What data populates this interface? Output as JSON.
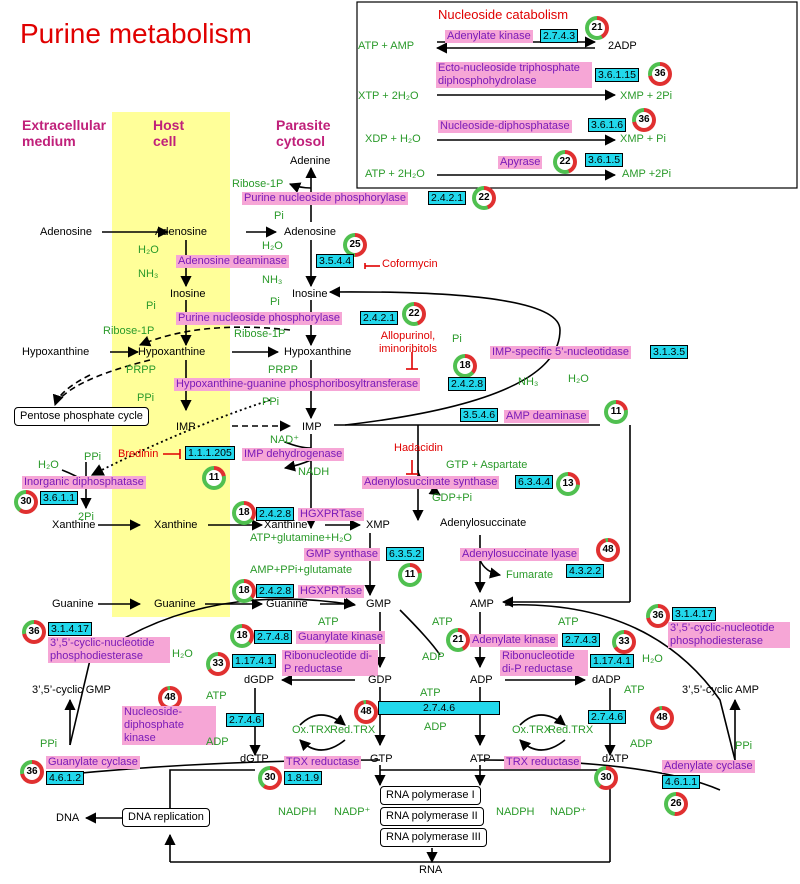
{
  "title": "Purine metabolism",
  "compartments": {
    "extracellular": "Extracellular medium",
    "host": "Host cell",
    "parasite": "Parasite cytosol"
  },
  "inset": {
    "title": "Nucleoside catabolism",
    "reactions": [
      {
        "left": "ATP +  AMP",
        "enzyme": "Adenylate kinase",
        "ec": "2.7.4.3",
        "score": "21",
        "right": "2ADP"
      },
      {
        "left": "XTP +  2H₂O",
        "enzyme": "Ecto-nucleoside triphosphate diphosphohydrolase",
        "ec": "3.6.1.15",
        "score": "36",
        "right": "XMP + 2Pi"
      },
      {
        "left": "XDP +  H₂O",
        "enzyme": "Nucleoside-diphosphatase",
        "ec": "3.6.1.6",
        "score": "36",
        "right": "XMP + Pi"
      },
      {
        "left": "ATP +  2H₂O",
        "enzyme": "Apyrase",
        "ec": "3.6.1.5",
        "score": "22",
        "right": "AMP +2Pi"
      }
    ]
  },
  "metabolites": {
    "adenine": "Adenine",
    "ribose1p": "Ribose-1P",
    "pi": "Pi",
    "adenosine": "Adenosine",
    "h2o": "H₂O",
    "nh3": "NH₃",
    "inosine": "Inosine",
    "hypoxanthine": "Hypoxanthine",
    "prpp": "PRPP",
    "ppi": "PPi",
    "imp": "IMP",
    "nadp": "NAD⁺",
    "nadh": "NADH",
    "xanthine": "Xanthine",
    "xmp": "XMP",
    "two_pi": "2Pi",
    "atp_gln": "ATP+glutamine+H₂O",
    "amp_ppi_glu": "AMP+PPi+glutamate",
    "guanine": "Guanine",
    "gmp": "GMP",
    "amp": "AMP",
    "gtp_asp": "GTP + Aspartate",
    "gdp_pi": "GDP+Pi",
    "adenylosuccinate": "Adenylosuccinate",
    "fumarate": "Fumarate",
    "atp": "ATP",
    "adp": "ADP",
    "gdp": "GDP",
    "gtp": "GTP",
    "dgdp": "dGDP",
    "dgtp": "dGTP",
    "dadp": "dADP",
    "datp": "dATP",
    "ox_trx": "Ox.TRX",
    "red_trx": "Red.TRX",
    "nadph": "NADPH",
    "nadp_plus": "NADP⁺",
    "cgmp": "3’,5’-cyclic GMP",
    "camp": "3’,5’-cyclic AMP",
    "dna": "DNA",
    "rna": "RNA"
  },
  "boxes": {
    "pentose": "Pentose phosphate cycle",
    "dna_rep": "DNA replication",
    "rnap1": "RNA polymerase I",
    "rnap2": "RNA polymerase II",
    "rnap3": "RNA polymerase III"
  },
  "inhibitors": {
    "coformycin": "Coformycin",
    "allopurinol": "Allopurinol, iminoribitols",
    "hadacidin": "Hadacidin",
    "bredinin": "Bredinin"
  },
  "enzymes": {
    "pnp1": {
      "name": "Purine nucleoside phosphorylase",
      "ec": "2.4.2.1",
      "score": "22"
    },
    "ada": {
      "name": "Adenosine deaminase",
      "ec": "3.5.4.4",
      "score": "25"
    },
    "pnp2": {
      "name": "Purine nucleoside phosphorylase",
      "ec": "2.4.2.1",
      "score": "22"
    },
    "hgprt": {
      "name": "Hypoxanthine-guanine phosphoribosyltransferase",
      "ec": "2.4.2.8",
      "score": "18"
    },
    "imp5nt": {
      "name": "IMP-specific 5’-nucleotidase",
      "ec": "3.1.3.5"
    },
    "ampdeam": {
      "name": "AMP deaminase",
      "ec": "3.5.4.6",
      "score": "11"
    },
    "impdh": {
      "name": "IMP dehydrogenase",
      "ec": "1.1.1.205",
      "score": "11"
    },
    "ppase": {
      "name": "Inorganic diphosphatase",
      "ec": "3.6.1.1",
      "score": "30"
    },
    "adss": {
      "name": "Adenylosuccinate synthase",
      "ec": "6.3.4.4",
      "score": "13"
    },
    "hgx1": {
      "name": "HGXPRTase",
      "ec": "2.4.2.8",
      "score": "18"
    },
    "gmps": {
      "name": "GMP synthase",
      "ec": "6.3.5.2",
      "score": "11"
    },
    "hgx2": {
      "name": "HGXPRTase",
      "ec": "2.4.2.8",
      "score": "18"
    },
    "adsl": {
      "name": "Adenylosuccinate lyase",
      "ec": "4.3.2.2",
      "score": "48"
    },
    "pde1": {
      "name": "3’,5’-cyclic-nucleotide phosphodiesterase",
      "ec": "3.1.4.17",
      "score": "36"
    },
    "guk": {
      "name": "Guanylate kinase",
      "ec": "2.7.4.8",
      "score": "18"
    },
    "adk": {
      "name": "Adenylate kinase",
      "ec": "2.7.4.3",
      "score": "21"
    },
    "pde2": {
      "name": "3’,5’-cyclic-nucleotide phosphodiesterase",
      "ec": "3.1.4.17",
      "score": "36"
    },
    "rnr1": {
      "name": "Ribonucleotide di-P reductase",
      "ec": "1.17.4.1",
      "score": "33"
    },
    "rnr2": {
      "name": "Ribonucleotide di-P reductase",
      "ec": "1.17.4.1",
      "score": "33"
    },
    "ndk1": {
      "name": "Nucleoside-diphosphate kinase",
      "ec": "2.7.4.6",
      "score": "48"
    },
    "ndk_mid": {
      "ec": "2.7.4.6",
      "score": "48"
    },
    "ndk2": {
      "ec": "2.7.4.6",
      "score": "48"
    },
    "guc": {
      "name": "Guanylate cyclase",
      "ec": "4.6.1.2",
      "score": "36"
    },
    "trx1": {
      "name": "TRX reductase",
      "ec": "1.8.1.9",
      "score": "30"
    },
    "trx2": {
      "name": "TRX reductase",
      "score": "30"
    },
    "adc": {
      "name": "Adenylate cyclase",
      "ec": "4.6.1.1",
      "score": "26"
    }
  },
  "colors": {
    "title": "#e00000",
    "compartment_header": "#c0207a",
    "host_band": "#ffff99",
    "enzyme_bg": "#f6a6d6",
    "enzyme_text": "#7a1ab8",
    "ec_bg": "#22d8ec",
    "cofactor": "#2a9a2a",
    "inhibitor": "#e00000",
    "score_high": "#e03030",
    "score_low": "#50c050"
  }
}
